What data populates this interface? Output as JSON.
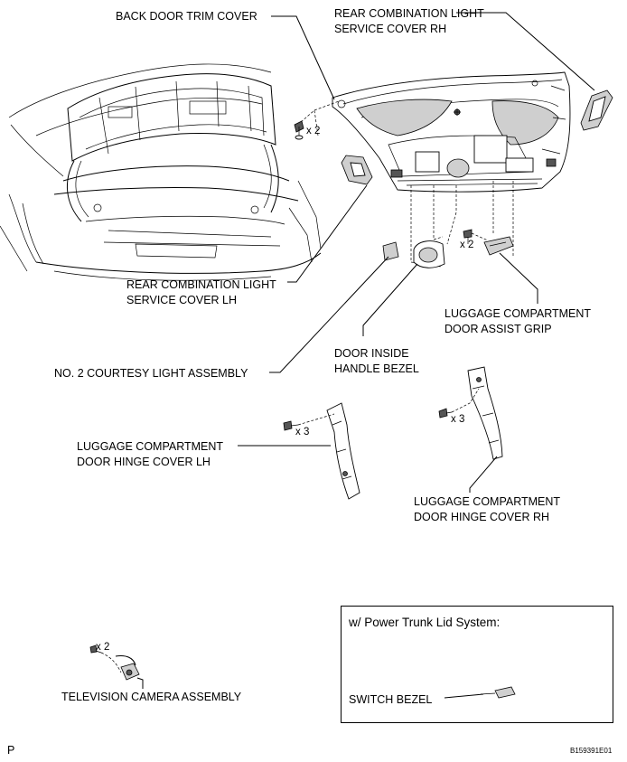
{
  "labels": {
    "back_door_trim_cover": "BACK DOOR TRIM COVER",
    "rear_combination_light_service_cover_rh": [
      "REAR COMBINATION LIGHT",
      "SERVICE COVER RH"
    ],
    "rear_combination_light_service_cover_lh": [
      "REAR COMBINATION LIGHT",
      "SERVICE COVER LH"
    ],
    "luggage_compartment_door_assist_grip": [
      "LUGGAGE COMPARTMENT",
      "DOOR ASSIST GRIP"
    ],
    "door_inside_handle_bezel": [
      "DOOR INSIDE",
      "HANDLE BEZEL"
    ],
    "no2_courtesy_light_assembly": "NO. 2 COURTESY LIGHT ASSEMBLY",
    "luggage_compartment_door_hinge_cover_lh": [
      "LUGGAGE COMPARTMENT",
      "DOOR HINGE COVER LH"
    ],
    "luggage_compartment_door_hinge_cover_rh": [
      "LUGGAGE COMPARTMENT",
      "DOOR HINGE COVER RH"
    ],
    "television_camera_assembly": "TELEVISION CAMERA ASSEMBLY",
    "switch_bezel": "SWITCH BEZEL"
  },
  "quantities": {
    "trim_clip": "x 2",
    "assist_grip_screw": "x 2",
    "hinge_lh_clip": "x 3",
    "hinge_rh_clip": "x 3",
    "camera_screw": "x 2"
  },
  "inset": {
    "title": "w/ Power Trunk Lid System:"
  },
  "footer": {
    "left_mark": "P",
    "figure_code": "B159391E01"
  },
  "icons": [
    "trunk-body-drawing",
    "trim-cover-drawing",
    "clip-icon",
    "screw-icon"
  ]
}
